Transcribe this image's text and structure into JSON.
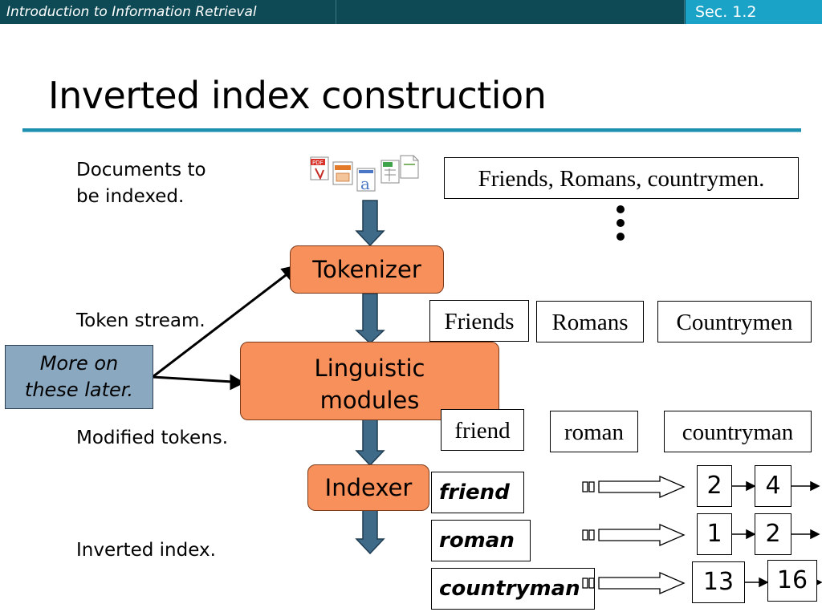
{
  "header": {
    "course": "Introduction to Information Retrieval",
    "section": "Sec. 1.2",
    "bar_color": "#0e4a56",
    "section_color": "#1aa3c6"
  },
  "title": "Inverted index construction",
  "left_labels": {
    "documents_line1": "Documents to",
    "documents_line2": "be indexed.",
    "token_stream": "Token stream.",
    "modified_tokens": "Modified tokens.",
    "inverted_index": "Inverted index."
  },
  "stages": {
    "tokenizer": "Tokenizer",
    "linguistic_line1": "Linguistic",
    "linguistic_line2": "modules",
    "indexer": "Indexer",
    "stage_color": "#f7905a"
  },
  "note": {
    "line1": "More on",
    "line2": "these later."
  },
  "sentence": "Friends, Romans, countrymen.",
  "tokens": [
    "Friends",
    "Romans",
    "Countrymen"
  ],
  "modified": [
    "friend",
    "roman",
    "countryman"
  ],
  "index": {
    "terms": [
      "friend",
      "roman",
      "countryman"
    ],
    "postings": [
      [
        2,
        4
      ],
      [
        1,
        2
      ],
      [
        13,
        16
      ]
    ]
  },
  "icons": [
    "pdf-document-icon",
    "presentation-document-icon",
    "text-document-icon",
    "spreadsheet-document-icon",
    "blank-document-icon"
  ]
}
